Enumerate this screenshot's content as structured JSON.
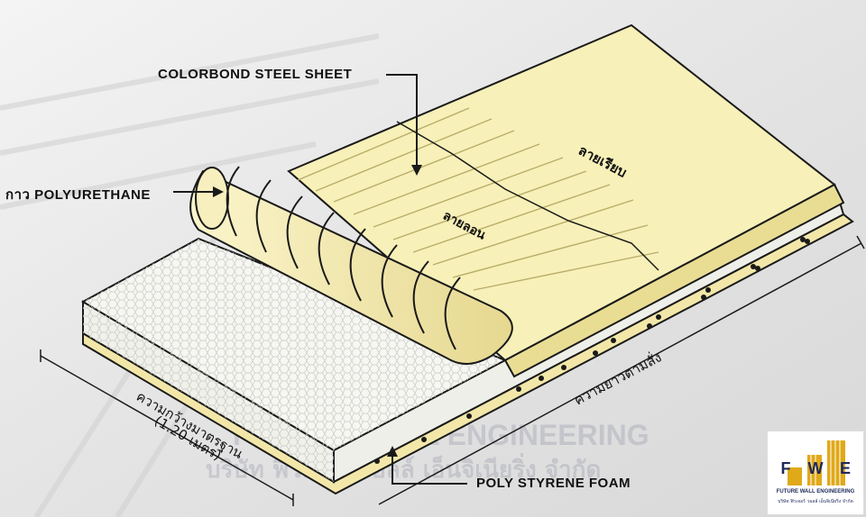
{
  "labels": {
    "steel_sheet": "COLORBOND STEEL SHEET",
    "glue": "กาว POLYURETHANE",
    "foam": "POLY STYRENE FOAM",
    "flat_pattern": "ลายเรียบ",
    "corrugated_pattern": "ลายลอน",
    "length": "ความยาวตามสั่ง",
    "width_line1": "ความกว้างมาตรฐาน",
    "width_line2": "(1.20 เมตร)"
  },
  "watermark": {
    "line1": "FUTURE WALL ENGINEERING",
    "line2": "บริษัท ฟิวเจอร์ วอลล์ เอ็นจิเนียริ่ง จำกัด"
  },
  "logo": {
    "letters": [
      "F",
      "W",
      "E"
    ],
    "name": "FUTURE WALL ENGINEERING",
    "thai_name": "บริษัท ฟิวเจอร์ วอลล์ เอ็นจิเนียริ่ง จำกัด"
  },
  "colors": {
    "panel_cream": "#f7f0b8",
    "panel_edge": "#e9dd94",
    "foam_white": "#f6f6f2",
    "outline": "#1a1a1a",
    "logo_navy": "#1e2a5a",
    "logo_gold": "#e0a91a"
  }
}
